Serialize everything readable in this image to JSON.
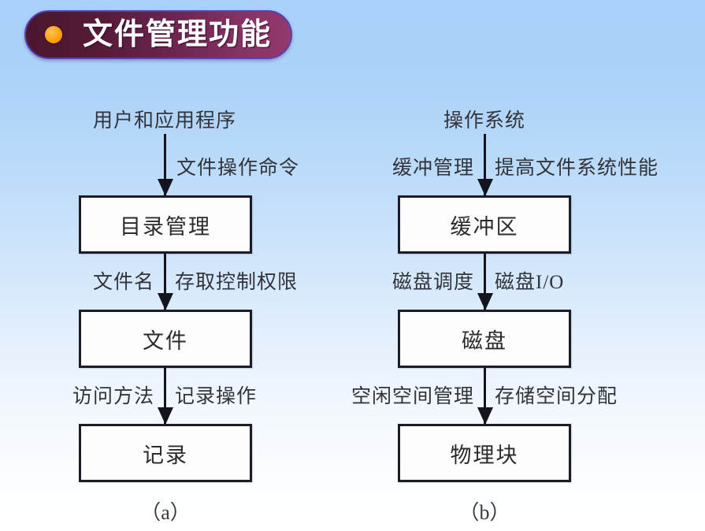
{
  "slide": {
    "title": "文件管理功能",
    "bullet_icon": "bullet-dot-icon",
    "background": {
      "top_color": "#a9d1f9",
      "bottom_color": "#ffffff"
    },
    "title_pill": {
      "gradient_start": "#4d1630",
      "gradient_end": "#92396e",
      "border_color": "#5a3fb8",
      "bullet_color": "#fca311",
      "text_color": "#ffffff"
    }
  },
  "diagram_a": {
    "caption": "（a）",
    "source_label": "用户和应用程序",
    "nodes": [
      {
        "label": "目录管理"
      },
      {
        "label": "文件"
      },
      {
        "label": "记录"
      }
    ],
    "edges": [
      {
        "left_label": "",
        "right_label": "文件操作命令"
      },
      {
        "left_label": "文件名",
        "right_label": "存取控制权限"
      },
      {
        "left_label": "访问方法",
        "right_label": "记录操作"
      }
    ]
  },
  "diagram_b": {
    "caption": "（b）",
    "source_label": "操作系统",
    "nodes": [
      {
        "label": "缓冲区"
      },
      {
        "label": "磁盘"
      },
      {
        "label": "物理块"
      }
    ],
    "edges": [
      {
        "left_label": "缓冲管理",
        "right_label": "提高文件系统性能"
      },
      {
        "left_label": "磁盘调度",
        "right_label": "磁盘I/O"
      },
      {
        "left_label": "空闲空间管理",
        "right_label": "存储空间分配"
      }
    ]
  },
  "style": {
    "node_border_color": "#1c1c28",
    "node_fill_color": "#fdfdfd",
    "arrow_color": "#14141e",
    "text_color": "#33333b"
  }
}
